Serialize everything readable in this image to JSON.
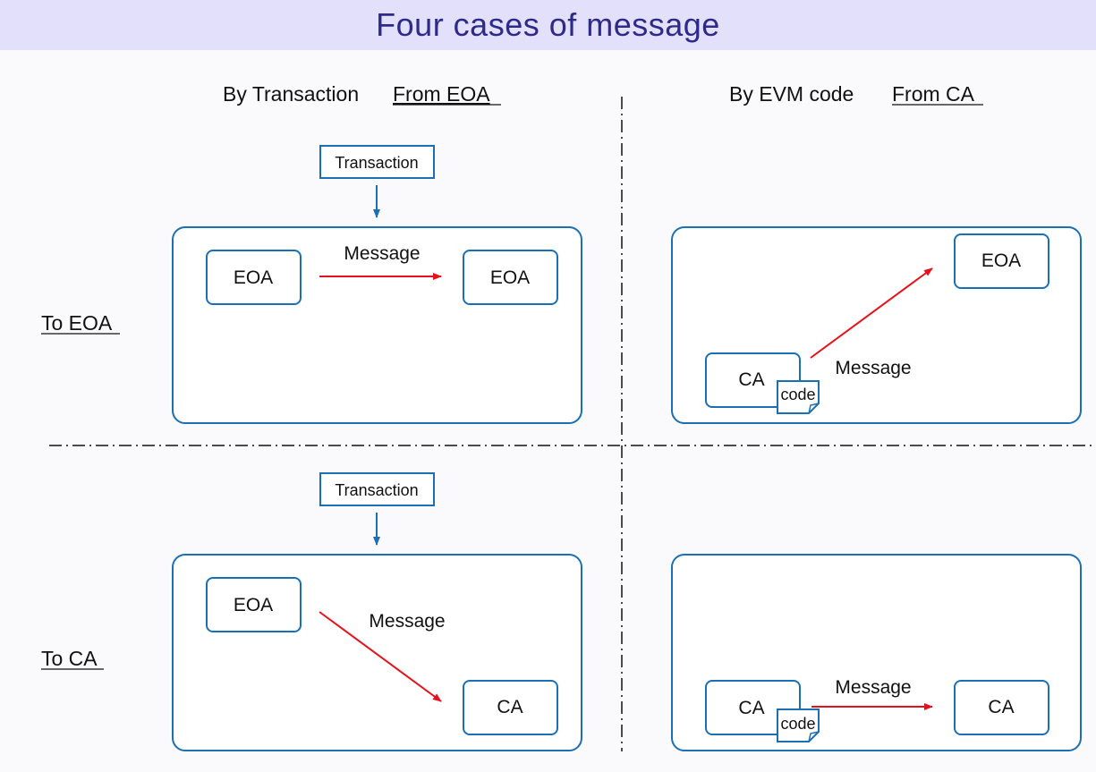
{
  "title": "Four cases of message",
  "columns": {
    "left": {
      "by": "By Transaction",
      "from": "From EOA"
    },
    "right": {
      "by": "By EVM code",
      "from": "From CA"
    }
  },
  "rows": {
    "top": "To EOA",
    "bottom": "To CA"
  },
  "transaction_label": "Transaction",
  "message_label": "Message",
  "code_label": "code",
  "node_labels": {
    "eoa": "EOA",
    "ca": "CA"
  },
  "colors": {
    "accent": "#1a6fb5",
    "arrow_red": "#e8101a",
    "title_bg": "#e3e0fb",
    "title_text": "#2e2a8a"
  }
}
